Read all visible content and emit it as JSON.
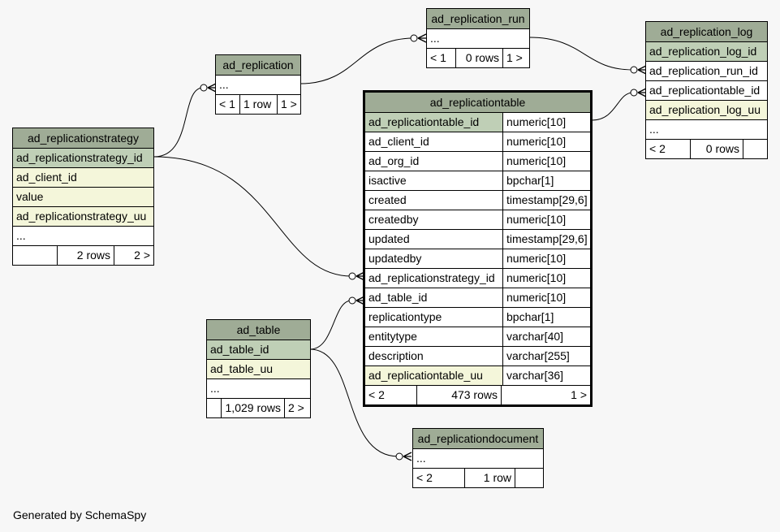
{
  "credit": "Generated by SchemaSpy",
  "tables": {
    "ad_replication_run": {
      "title": "ad_replication_run",
      "rows": [
        "..."
      ],
      "footer": [
        "< 1",
        "0 rows",
        "1 >"
      ]
    },
    "ad_replication_log": {
      "title": "ad_replication_log",
      "rows": [
        "ad_replication_log_id",
        "ad_replication_run_id",
        "ad_replicationtable_id",
        "ad_replication_log_uu",
        "..."
      ],
      "footer": [
        "< 2",
        "0 rows",
        ""
      ]
    },
    "ad_replication": {
      "title": "ad_replication",
      "rows": [
        "..."
      ],
      "footer": [
        "< 1",
        "1 row",
        "1 >"
      ]
    },
    "ad_replicationstrategy": {
      "title": "ad_replicationstrategy",
      "rows": [
        "ad_replicationstrategy_id",
        "ad_client_id",
        "value",
        "ad_replicationstrategy_uu",
        "..."
      ],
      "footer": [
        "",
        "2 rows",
        "2 >"
      ]
    },
    "ad_replicationtable": {
      "title": "ad_replicationtable",
      "columns": [
        {
          "name": "ad_replicationtable_id",
          "type": "numeric[10]"
        },
        {
          "name": "ad_client_id",
          "type": "numeric[10]"
        },
        {
          "name": "ad_org_id",
          "type": "numeric[10]"
        },
        {
          "name": "isactive",
          "type": "bpchar[1]"
        },
        {
          "name": "created",
          "type": "timestamp[29,6]"
        },
        {
          "name": "createdby",
          "type": "numeric[10]"
        },
        {
          "name": "updated",
          "type": "timestamp[29,6]"
        },
        {
          "name": "updatedby",
          "type": "numeric[10]"
        },
        {
          "name": "ad_replicationstrategy_id",
          "type": "numeric[10]"
        },
        {
          "name": "ad_table_id",
          "type": "numeric[10]"
        },
        {
          "name": "replicationtype",
          "type": "bpchar[1]"
        },
        {
          "name": "entitytype",
          "type": "varchar[40]"
        },
        {
          "name": "description",
          "type": "varchar[255]"
        },
        {
          "name": "ad_replicationtable_uu",
          "type": "varchar[36]"
        }
      ],
      "footer": [
        "< 2",
        "473 rows",
        "1 >"
      ]
    },
    "ad_table": {
      "title": "ad_table",
      "rows": [
        "ad_table_id",
        "ad_table_uu",
        "..."
      ],
      "footer": [
        "",
        "1,029 rows",
        "2 >"
      ]
    },
    "ad_replicationdocument": {
      "title": "ad_replicationdocument",
      "rows": [
        "..."
      ],
      "footer": [
        "< 2",
        "1 row",
        ""
      ]
    }
  }
}
